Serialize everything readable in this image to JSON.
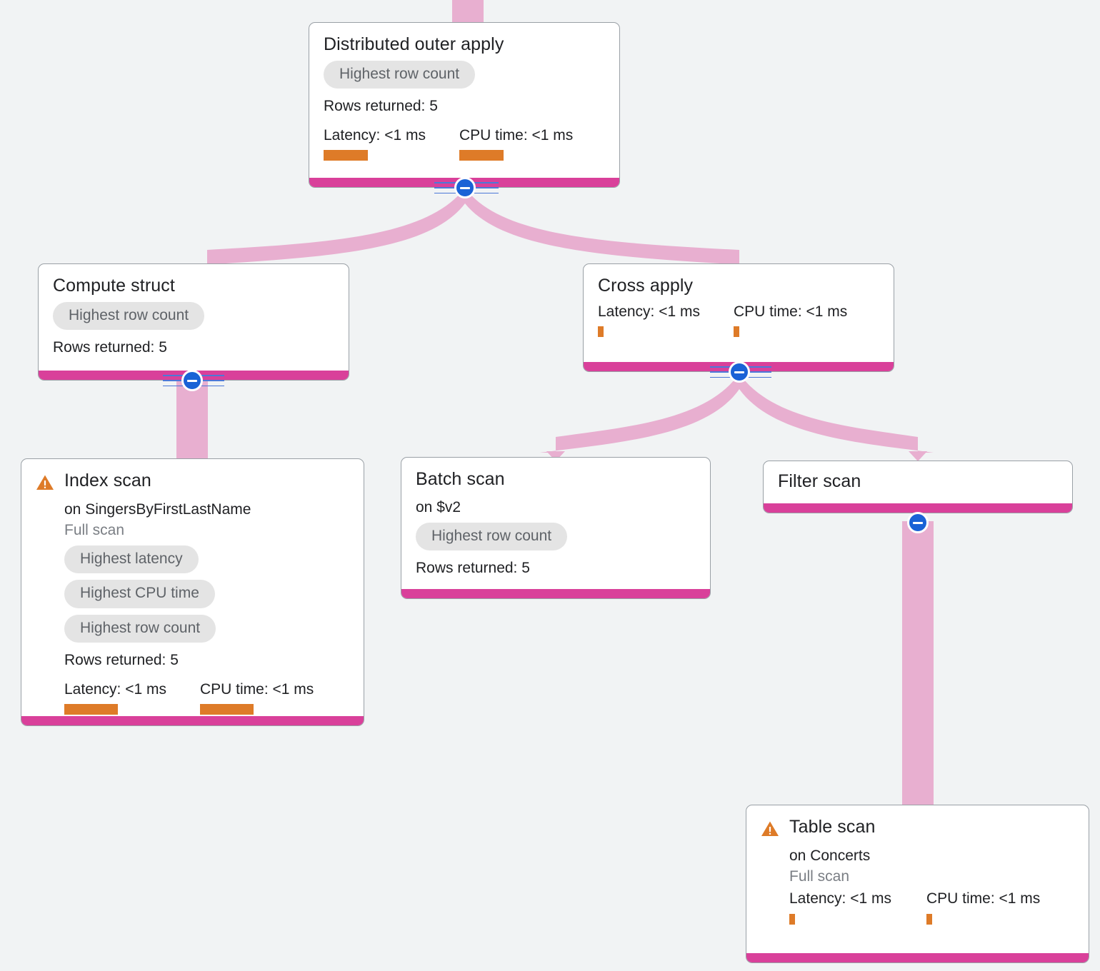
{
  "diagram": {
    "type": "query-execution-plan",
    "background_color": "#F1F3F4",
    "accent_color": "#D9409A",
    "edge_color": "#E8AFD0",
    "bar_color": "#DE7B28",
    "toggle_color": "#1A62D6",
    "chip_bg_color": "#E4E4E4",
    "chip_text_color": "#5F6368"
  },
  "labels": {
    "rows_prefix": "Rows returned:",
    "latency_label": "Latency: <1 ms",
    "cpu_label": "CPU time: <1 ms",
    "full_scan": "Full scan",
    "collapse_toggle": "collapse"
  },
  "nodes": {
    "distributed_outer_apply": {
      "title": "Distributed outer apply",
      "chips": [
        "Highest row count"
      ],
      "rows_returned": "Rows returned: 5",
      "latency": "Latency: <1 ms",
      "cpu_time": "CPU time: <1 ms"
    },
    "compute_struct": {
      "title": "Compute struct",
      "chips": [
        "Highest row count"
      ],
      "rows_returned": "Rows returned: 5"
    },
    "cross_apply": {
      "title": "Cross apply",
      "latency": "Latency: <1 ms",
      "cpu_time": "CPU time: <1 ms"
    },
    "index_scan": {
      "title": "Index scan",
      "subtitle": "on SingersByFirstLastName",
      "full_scan": "Full scan",
      "chips": [
        "Highest latency",
        "Highest CPU time",
        "Highest row count"
      ],
      "rows_returned": "Rows returned: 5",
      "latency": "Latency: <1 ms",
      "cpu_time": "CPU time: <1 ms",
      "warning": "warning"
    },
    "batch_scan": {
      "title": "Batch scan",
      "subtitle": "on $v2",
      "chips": [
        "Highest row count"
      ],
      "rows_returned": "Rows returned: 5"
    },
    "filter_scan": {
      "title": "Filter scan"
    },
    "table_scan": {
      "title": "Table scan",
      "subtitle": "on Concerts",
      "full_scan": "Full scan",
      "latency": "Latency: <1 ms",
      "cpu_time": "CPU time: <1 ms",
      "warning": "warning"
    }
  }
}
